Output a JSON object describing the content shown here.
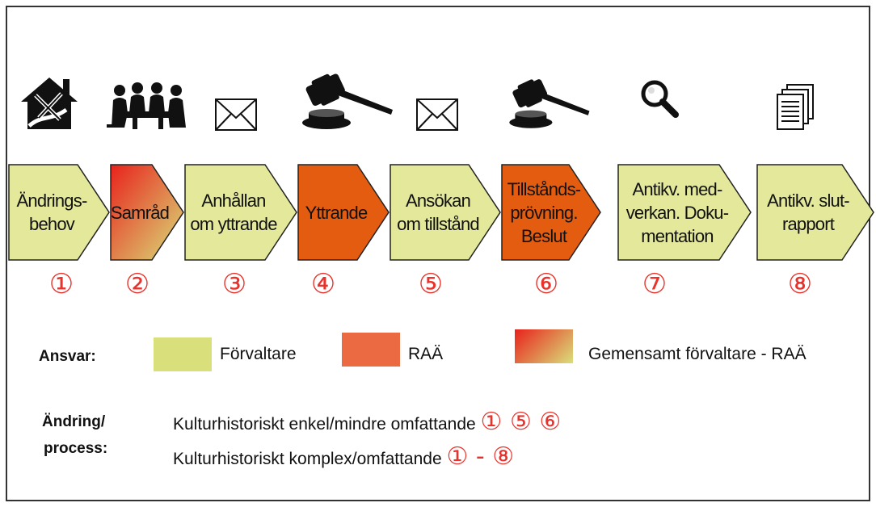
{
  "steps": [
    {
      "label": "Ändrings-\nbehov",
      "number": "①",
      "responsibility": "forvaltare",
      "icon": "house-tools-icon"
    },
    {
      "label": "Samråd",
      "number": "②",
      "responsibility": "gemensamt",
      "icon": "meeting-icon"
    },
    {
      "label": "Anhållan\nom yttrande",
      "number": "③",
      "responsibility": "forvaltare",
      "icon": "envelope-icon"
    },
    {
      "label": "Yttrande",
      "number": "④",
      "responsibility": "raa",
      "icon": "gavel-icon"
    },
    {
      "label": "Ansökan\nom tillstånd",
      "number": "⑤",
      "responsibility": "forvaltare",
      "icon": "envelope-icon"
    },
    {
      "label": "Tillstånds-\nprövning.\nBeslut",
      "number": "⑥",
      "responsibility": "raa",
      "icon": "gavel-icon"
    },
    {
      "label": "Antikv. med-\nverkan. Doku-\nmentation",
      "number": "⑦",
      "responsibility": "forvaltare",
      "icon": "magnifier-icon"
    },
    {
      "label": "Antikv. slut-\nrapport",
      "number": "⑧",
      "responsibility": "forvaltare",
      "icon": "documents-icon"
    }
  ],
  "legend": {
    "title": "Ansvar:",
    "items": [
      {
        "label": "Förvaltare",
        "color": "#d9df7a"
      },
      {
        "label": "RAÄ",
        "color": "#ec6a42"
      },
      {
        "label": "Gemensamt förvaltare - RAÄ",
        "color_from": "#e8221c",
        "color_to": "#d9df7a"
      }
    ]
  },
  "process": {
    "title_line1": "Ändring/",
    "title_line2": "process:",
    "rows": [
      {
        "text": "Kulturhistoriskt enkel/mindre omfattande",
        "steps": "① ⑤ ⑥"
      },
      {
        "text": "Kulturhistoriskt komplex/omfattande",
        "steps": "① - ⑧"
      }
    ]
  },
  "colors": {
    "forvaltare_fill": "#e3e89b",
    "raa_fill": "#e45c10",
    "number_color": "#e8322b"
  }
}
